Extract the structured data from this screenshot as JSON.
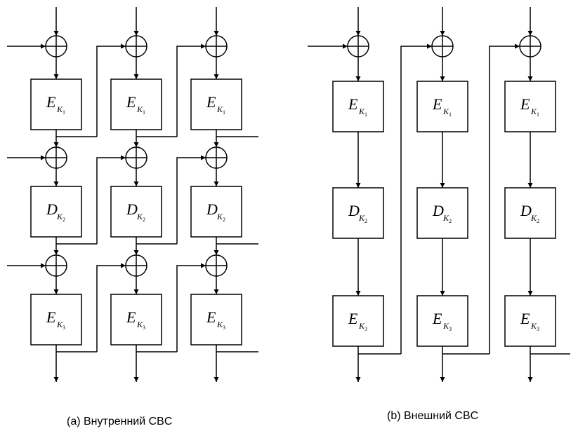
{
  "captions": {
    "inner": "(a) Внутренний CBC",
    "outer": "(b) Внешний CBC"
  },
  "stages": [
    {
      "op": "E",
      "key": "K",
      "key_index": "1"
    },
    {
      "op": "D",
      "key": "K",
      "key_index": "2"
    },
    {
      "op": "E",
      "key": "K",
      "key_index": "3"
    }
  ]
}
